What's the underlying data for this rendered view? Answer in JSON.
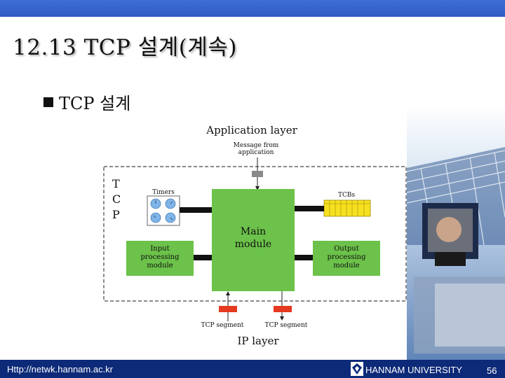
{
  "slide": {
    "title": "12.13 TCP 설계(계속)",
    "bullet": "TCP 설계"
  },
  "diagram": {
    "application_layer": "Application layer",
    "message_line1": "Message from",
    "message_line2": "application",
    "tcp_letters": [
      "T",
      "C",
      "P"
    ],
    "timers": "Timers",
    "tcbs": "TCBs",
    "main_line1": "Main",
    "main_line2": "module",
    "input_lines": [
      "Input",
      "processing",
      "module"
    ],
    "output_lines": [
      "Output",
      "processing",
      "module"
    ],
    "tcp_segment_left": "TCP segment",
    "tcp_segment_right": "TCP segment",
    "ip_layer": "IP layer",
    "colors": {
      "module_green": "#6cc24a",
      "tcb_yellow": "#f7e020",
      "segment_red": "#e53a1f",
      "timer_blue": "#7fb5e8"
    }
  },
  "footer": {
    "url": "Http://netwk.hannam.ac.kr",
    "university": "HANNAM  UNIVERSITY",
    "page": "56"
  }
}
